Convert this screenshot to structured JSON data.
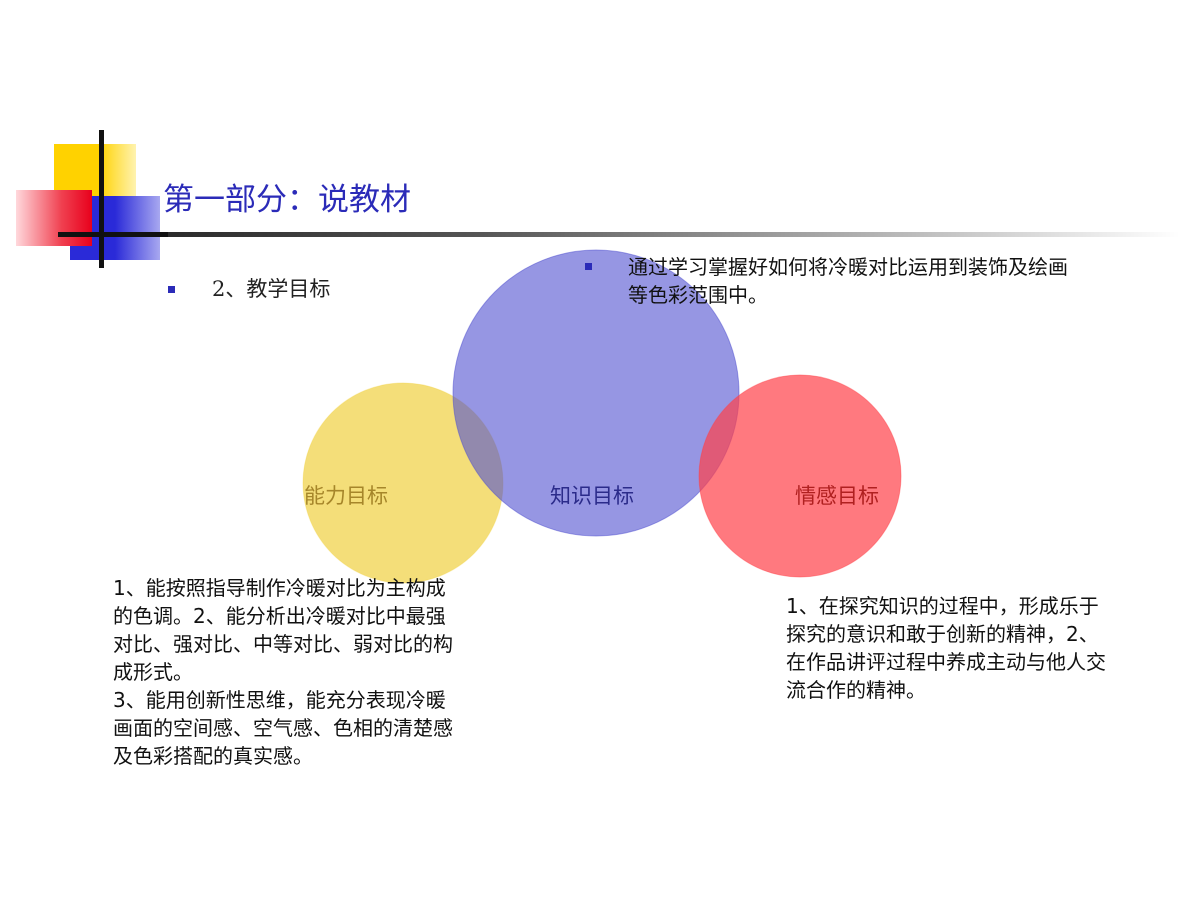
{
  "slide": {
    "title": "第一部分：说教材",
    "subheading": "2、教学目标",
    "knowledge_description": "通过学习掌握好如何将冷暖对比运用到装饰及绘画等色彩范围中。",
    "venn": {
      "colors": {
        "ability": "#f0d040",
        "knowledge": "#5050d0",
        "emotion": "#ff4048"
      },
      "labels": {
        "ability": "能力目标",
        "knowledge": "知识目标",
        "emotion": "情感目标"
      }
    },
    "ability_description": {
      "part1": "1、能按照指导制作冷暖对比为主构成的色调。2、能分析出冷暖对比中最强对比、强对比、中等对比、弱对比的构成形式。",
      "part2": "3、能用创新性思维，能充分表现冷暖画面的空间感、空气感、色相的清楚感及色彩搭配的真实感。"
    },
    "emotion_description": "1、在探究知识的过程中，形成乐于探究的意识和敢于创新的精神，2、在作品讲评过程中养成主动与他人交流合作的精神。",
    "accent_color": "#2b2bb8"
  }
}
